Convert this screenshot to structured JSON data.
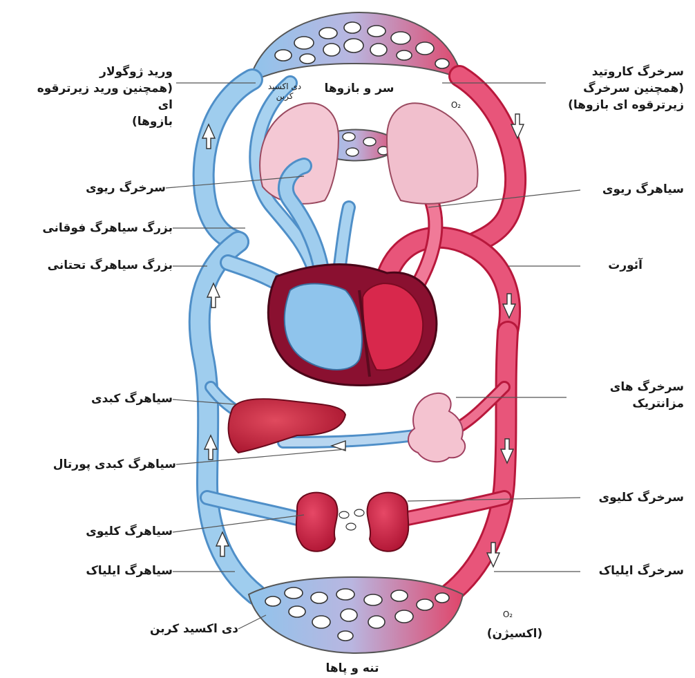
{
  "colors": {
    "oxygenated": "#e0456a",
    "oxygenated_dark": "#b8183c",
    "deoxygenated": "#8fc4ec",
    "deoxygenated_dark": "#4f8fc8",
    "heart_muscle": "#8a1030",
    "organ_red": "#c8203e",
    "lung_pink": "#f3c6d2",
    "label_text": "#1a1a1a"
  },
  "labels": {
    "jugular_vein": "ورید ژوگولار\n(همچنین ورید زیرترقوه ای\nبازوها)",
    "carotid_artery": "سرخرگ کاروتید\n(همچنین سرخرگ\nزیرترقوه ای بازوها)",
    "head_and_arms": "سر و بازوها",
    "co2_top": "دی اکسید\nکربن",
    "o2_top": "O₂",
    "pulmonary_artery": "سرخرگ ریوی",
    "pulmonary_vein": "سیاهرگ ریوی",
    "superior_vena_cava": "بزرگ سیاهرگ فوقانی",
    "inferior_vena_cava": "بزرگ سیاهرگ تحتانی",
    "aorta": "آئورت",
    "hepatic_vein": "سیاهرگ کبدی",
    "mesenteric_arteries": "سرخرگ های\nمزانتریک",
    "hepatic_portal_vein": "سیاهرگ کبدی پورتال",
    "renal_vein": "سیاهرگ کلیوی",
    "renal_artery": "سرخرگ کلیوی",
    "iliac_vein": "سیاهرگ ایلیاک",
    "iliac_artery": "سرخرگ ایلیاک",
    "co2_bottom": "دی اکسید کربن",
    "o2_bottom": "O₂",
    "oxygen": "(اکسیژن)",
    "trunk_and_legs": "تنه و پاها"
  }
}
